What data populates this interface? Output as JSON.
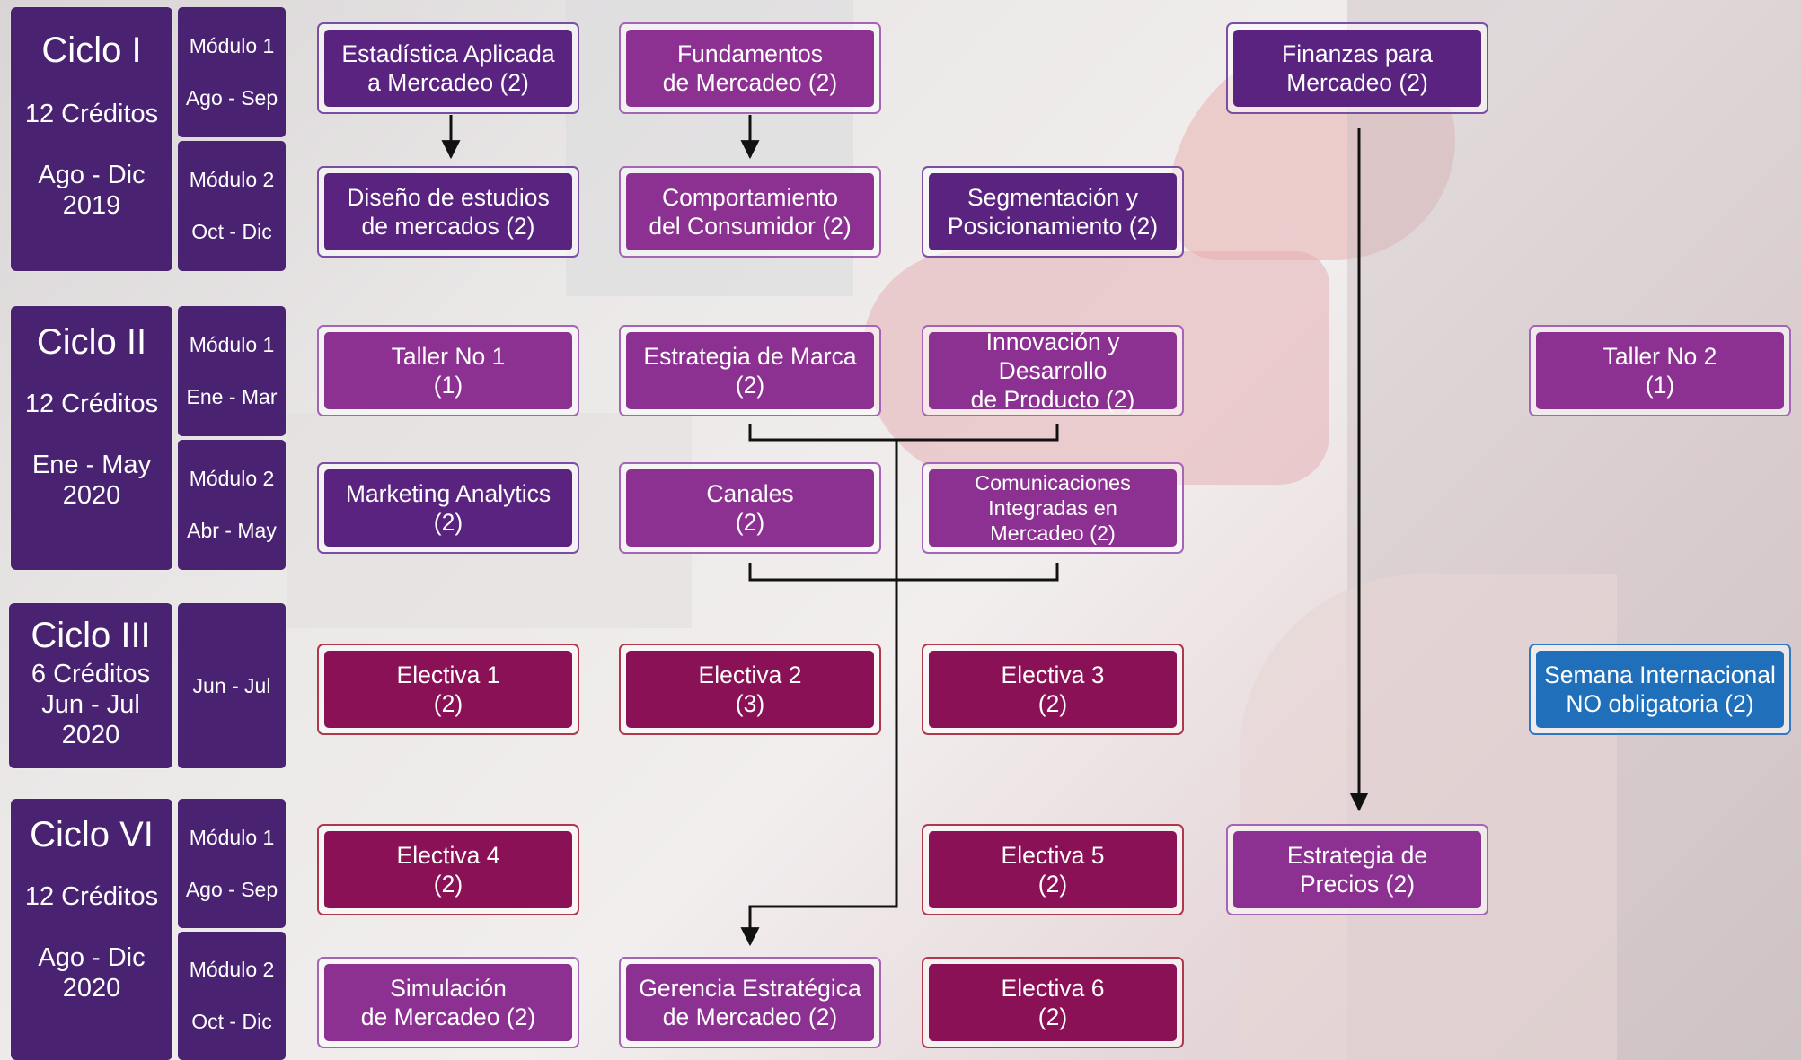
{
  "colors": {
    "cycle_bg": "#4a2272",
    "course_dark": "#5a237f",
    "course_mid": "#8c3191",
    "course_elective": "#8b1156",
    "course_blue": "#1f6fba",
    "arrow": "#111111"
  },
  "cycles": [
    {
      "title": "Ciclo I",
      "lines": [
        "12 Créditos",
        "Ago - Dic",
        "2019"
      ],
      "modules": [
        {
          "name": "Módulo 1",
          "period": "Ago  - Sep"
        },
        {
          "name": "Módulo 2",
          "period": "Oct  - Dic"
        }
      ]
    },
    {
      "title": "Ciclo II",
      "lines": [
        "12 Créditos",
        "Ene - May",
        "2020"
      ],
      "modules": [
        {
          "name": "Módulo 1",
          "period": "Ene  - Mar"
        },
        {
          "name": "Módulo 2",
          "period": "Abr  - May"
        }
      ]
    },
    {
      "title": "Ciclo III",
      "lines": [
        "6  Créditos",
        "Jun - Jul",
        "2020"
      ],
      "modules": [
        {
          "name": "",
          "period": "Jun  - Jul"
        }
      ]
    },
    {
      "title": "Ciclo VI",
      "lines": [
        "12 Créditos",
        "Ago - Dic",
        "2020"
      ],
      "modules": [
        {
          "name": "Módulo 1",
          "period": "Ago  - Sep"
        },
        {
          "name": "Módulo 2",
          "period": "Oct  - Dic"
        }
      ]
    }
  ],
  "courses": {
    "estadistica": "Estadística Aplicada\na Mercadeo (2)",
    "fundamentos": "Fundamentos\nde Mercadeo (2)",
    "finanzas": "Finanzas para\nMercadeo (2)",
    "diseno": "Diseño de estudios\nde mercados (2)",
    "comportamiento": "Comportamiento\ndel Consumidor (2)",
    "segmentacion": "Segmentación y\nPosicionamiento (2)",
    "taller1": "Taller No 1\n(1)",
    "estrategia_marca": "Estrategia de Marca\n(2)",
    "innovacion": "Innovación y Desarrollo\nde Producto (2)",
    "taller2": "Taller No 2\n(1)",
    "analytics": "Marketing Analytics\n(2)",
    "canales": "Canales\n(2)",
    "comunicaciones": "Comunicaciones\nIntegradas en\nMercadeo (2)",
    "electiva1": "Electiva 1\n(2)",
    "electiva2": "Electiva 2\n(3)",
    "electiva3": "Electiva 3\n(2)",
    "semana": "Semana Internacional\nNO obligatoria   (2)",
    "electiva4": "Electiva 4\n(2)",
    "electiva5": "Electiva 5\n(2)",
    "precios": "Estrategia de\nPrecios (2)",
    "simulacion": "Simulación\nde Mercadeo   (2)",
    "gerencia": "Gerencia Estratégica\nde Mercadeo (2)",
    "electiva6": "Electiva 6\n(2)"
  }
}
